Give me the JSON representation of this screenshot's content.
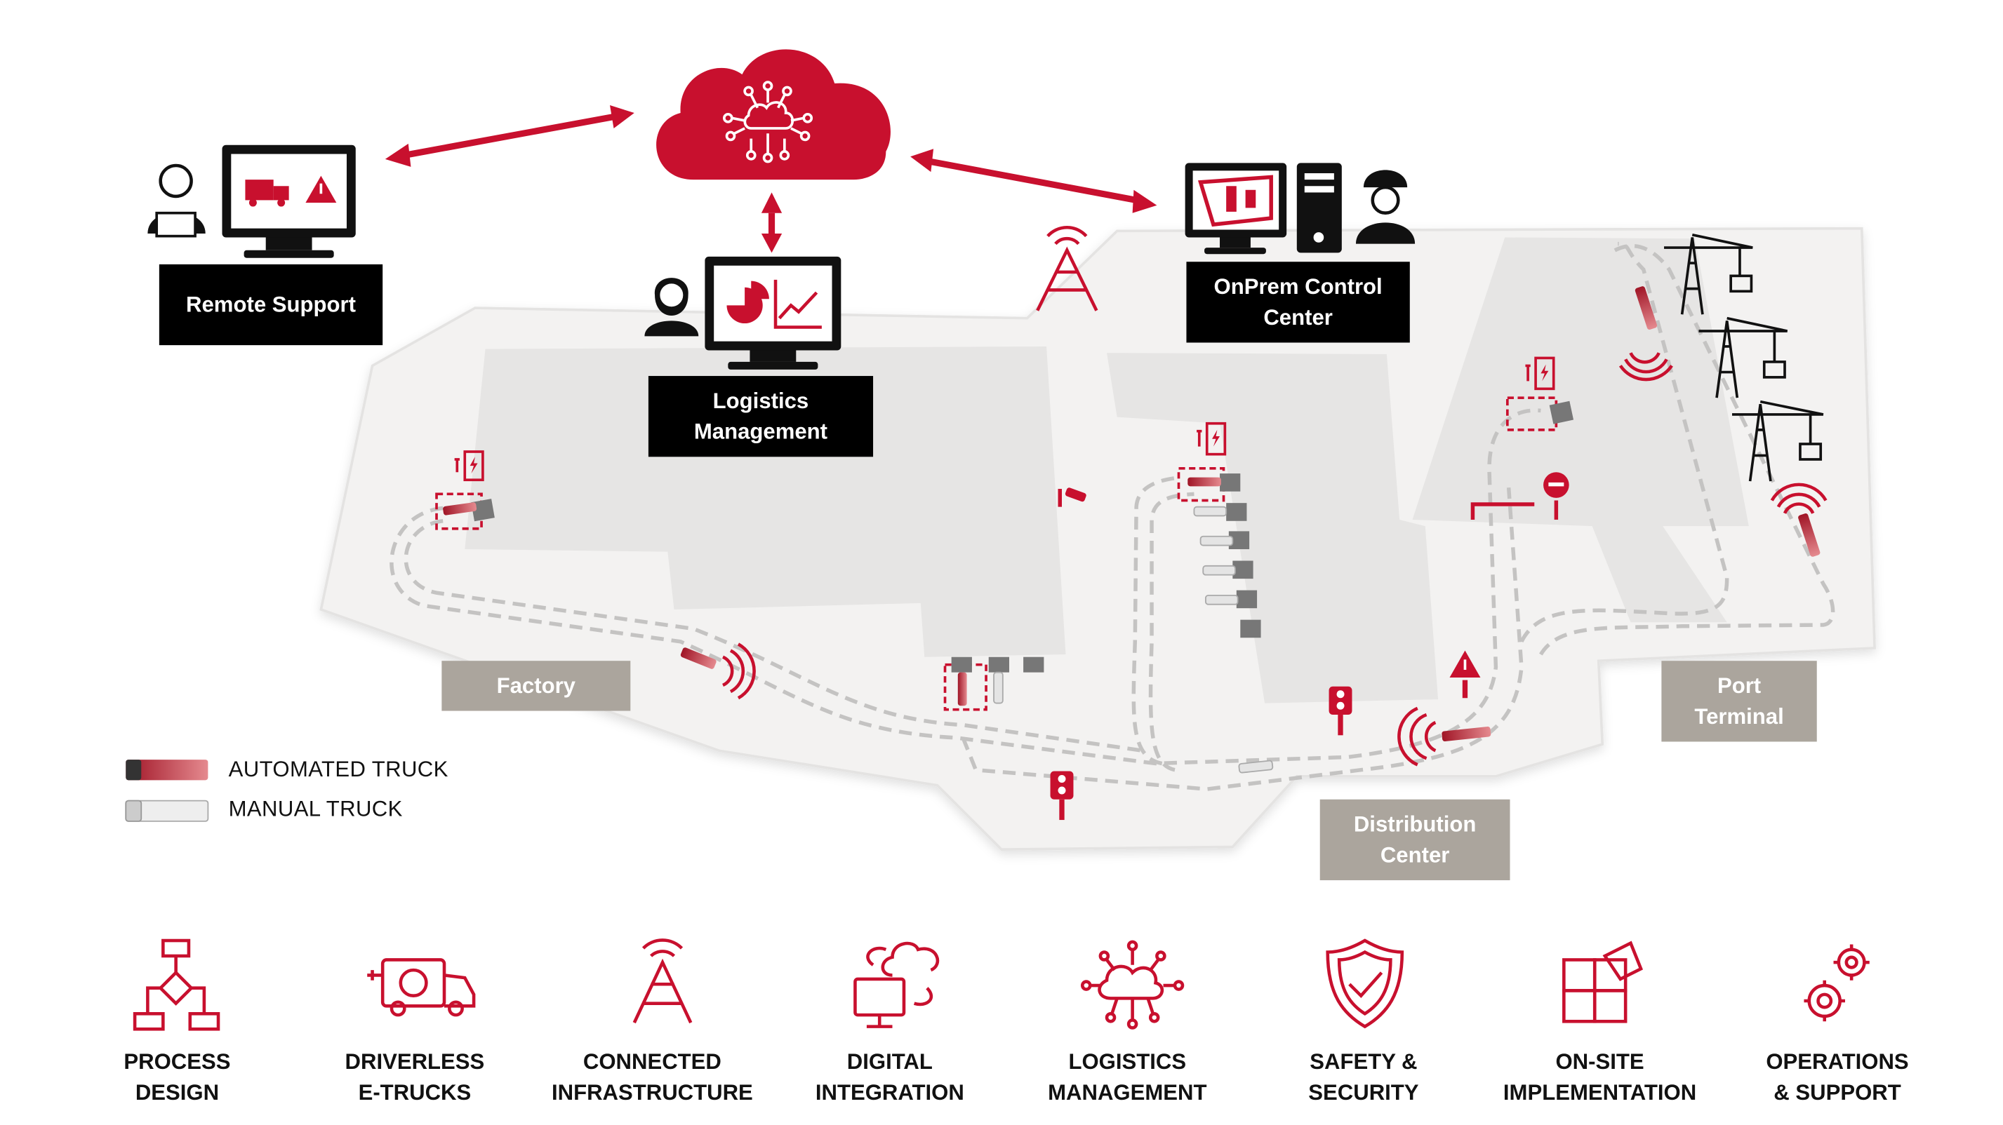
{
  "nodes": {
    "remote_support": "Remote Support",
    "logistics_management": "Logistics\nManagement",
    "onprem_control_center": "OnPrem Control\nCenter"
  },
  "areas": {
    "factory": "Factory",
    "distribution_center": "Distribution\nCenter",
    "port_terminal": "Port\nTerminal"
  },
  "legend": {
    "automated_truck": "AUTOMATED TRUCK",
    "manual_truck": "MANUAL TRUCK"
  },
  "capabilities": [
    {
      "label": "PROCESS\nDESIGN",
      "icon": "process-design-icon"
    },
    {
      "label": "DRIVERLESS\nE-TRUCKS",
      "icon": "driverless-etruck-icon"
    },
    {
      "label": "CONNECTED\nINFRASTRUCTURE",
      "icon": "radio-tower-icon"
    },
    {
      "label": "DIGITAL\nINTEGRATION",
      "icon": "digital-integration-icon"
    },
    {
      "label": "LOGISTICS\nMANAGEMENT",
      "icon": "cloud-network-icon"
    },
    {
      "label": "SAFETY &\nSECURITY",
      "icon": "shield-check-icon"
    },
    {
      "label": "ON-SITE\nIMPLEMENTATION",
      "icon": "puzzle-icon"
    },
    {
      "label": "OPERATIONS\n& SUPPORT",
      "icon": "gears-icon"
    }
  ],
  "colors": {
    "accent_red": "#c8102e",
    "area_label_bg": "#aba59d",
    "ground": "#f2f1f0",
    "building": "#e8e7e6"
  }
}
